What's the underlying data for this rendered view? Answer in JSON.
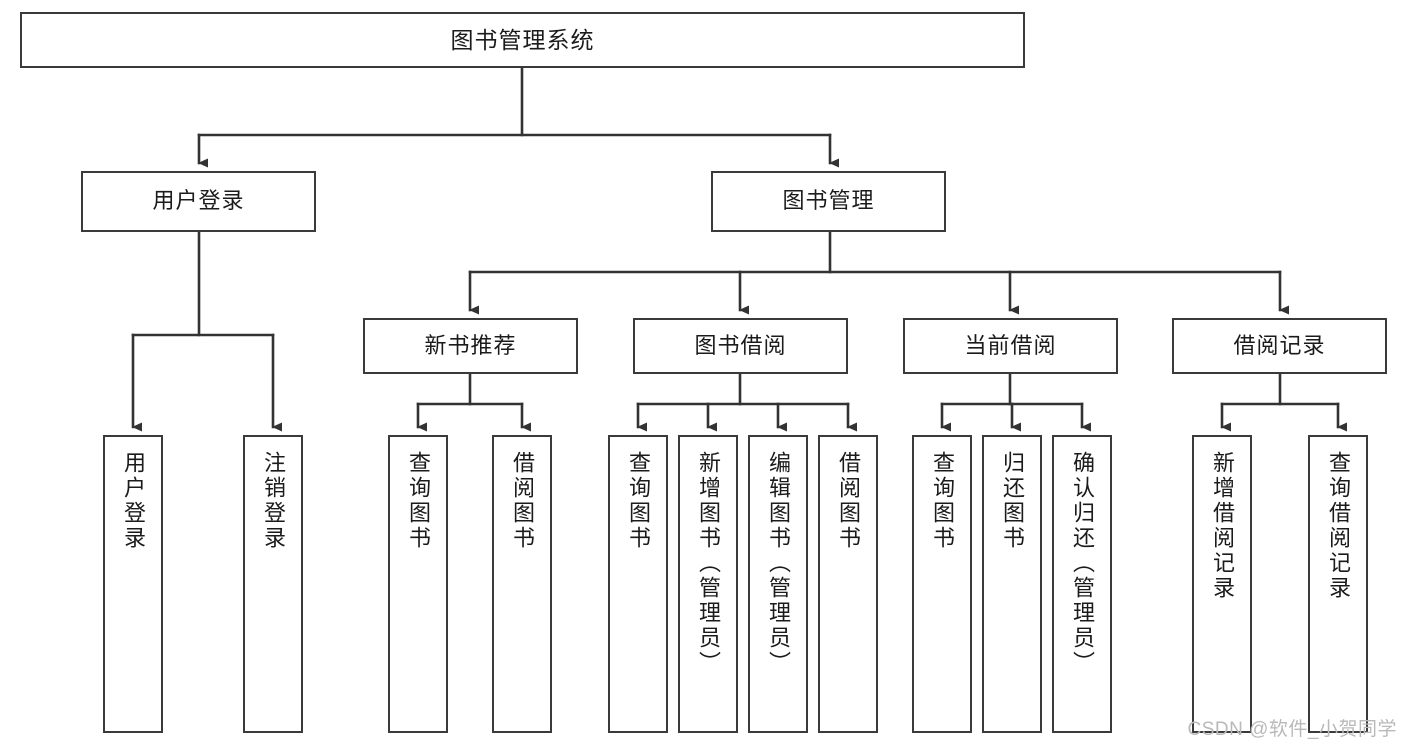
{
  "diagram": {
    "kind": "tree-hierarchy-chart",
    "title_text": "图书管理系统",
    "colors": {
      "box_border": "#3a3a3a",
      "box_fill": "#ffffff",
      "connector": "#333333",
      "text": "#1b1b1b",
      "watermark": "#b9b9b9",
      "background": "#ffffff"
    }
  },
  "root": {
    "label": "图书管理系统"
  },
  "level2": {
    "user_login": {
      "label": "用户登录"
    },
    "book_manage": {
      "label": "图书管理"
    }
  },
  "level3": {
    "new_book_rec": {
      "label": "新书推荐"
    },
    "book_borrow": {
      "label": "图书借阅"
    },
    "current_borrow": {
      "label": "当前借阅"
    },
    "borrow_record": {
      "label": "借阅记录"
    }
  },
  "leaves": {
    "user_login": [
      {
        "label": "用户登录"
      },
      {
        "label": "注销登录"
      }
    ],
    "new_book_rec": [
      {
        "label": "查询图书"
      },
      {
        "label": "借阅图书"
      }
    ],
    "book_borrow": [
      {
        "label": "查询图书"
      },
      {
        "label": "新增图书（管理员）"
      },
      {
        "label": "编辑图书（管理员）"
      },
      {
        "label": "借阅图书"
      }
    ],
    "current_borrow": [
      {
        "label": "查询图书"
      },
      {
        "label": "归还图书"
      },
      {
        "label": "确认归还（管理员）"
      }
    ],
    "borrow_record": [
      {
        "label": "新增借阅记录"
      },
      {
        "label": "查询借阅记录"
      }
    ]
  },
  "watermark": {
    "text": "CSDN @软件_小贺同学"
  }
}
